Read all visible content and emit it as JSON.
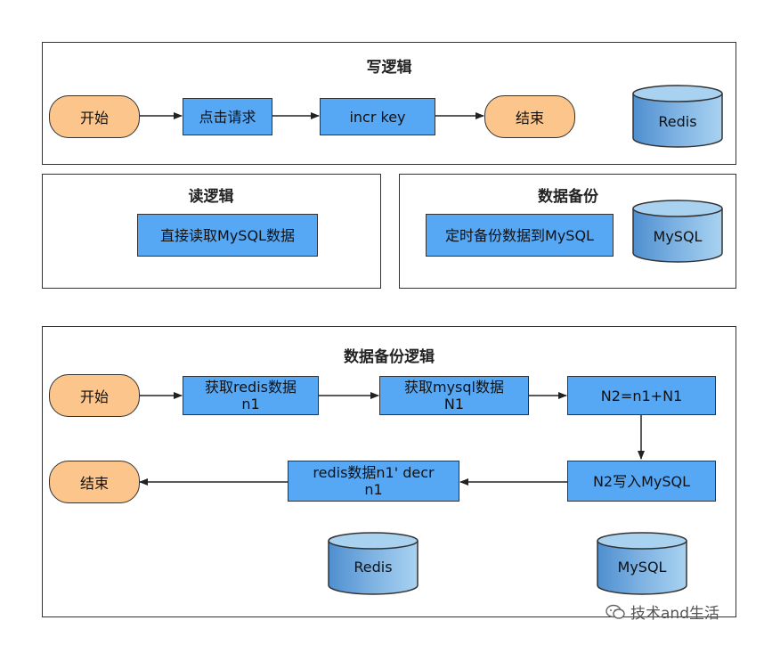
{
  "panels": {
    "write": {
      "title": "写逻辑"
    },
    "read": {
      "title": "读逻辑"
    },
    "backup": {
      "title": "数据备份"
    },
    "backup_logic": {
      "title": "数据备份逻辑"
    }
  },
  "write_flow": {
    "start": "开始",
    "click_request": "点击请求",
    "incr_key": "incr key",
    "end": "结束",
    "db": "Redis"
  },
  "read_flow": {
    "read_mysql": "直接读取MySQL数据"
  },
  "backup_flow": {
    "timed_backup": "定时备份数据到MySQL",
    "db": "MySQL"
  },
  "backup_logic_flow": {
    "start": "开始",
    "get_redis_line1": "获取redis数据",
    "get_redis_line2": "n1",
    "get_mysql_line1": "获取mysql数据",
    "get_mysql_line2": "N1",
    "compute": "N2=n1+N1",
    "write_mysql": "N2写入MySQL",
    "redis_decr_line1": "redis数据n1' decr",
    "redis_decr_line2": "n1",
    "end": "结束",
    "db_redis": "Redis",
    "db_mysql": "MySQL"
  },
  "watermark": {
    "text": "技术and生活",
    "icon": "wechat-icon"
  },
  "colors": {
    "process_fill": "#56a8f5",
    "terminal_fill": "#fbc58b",
    "db_fill": "#5b9bd5"
  }
}
